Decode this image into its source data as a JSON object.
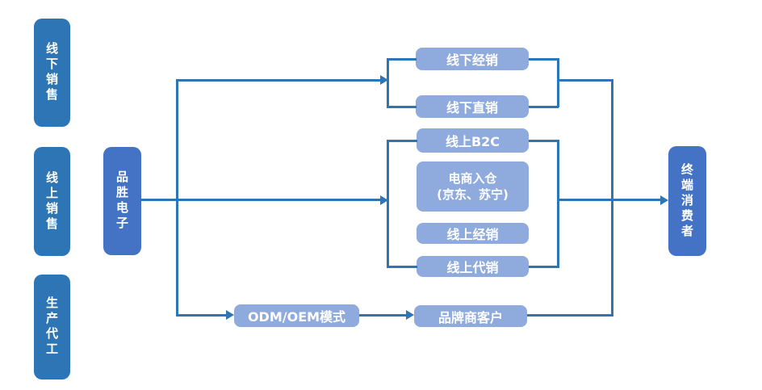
{
  "colors": {
    "dark_box": "#2E75B6",
    "accent_box": "#4472C4",
    "light_box": "#8FAADC",
    "connector": "#2E75B6",
    "text": "#FFFFFF",
    "background": "#FFFFFF"
  },
  "categories": [
    {
      "label": "线下销售"
    },
    {
      "label": "线上销售"
    },
    {
      "label": "生产代工"
    }
  ],
  "company": {
    "label": "品胜电子"
  },
  "consumer": {
    "label": "终端消费者"
  },
  "offline_group": [
    {
      "label": "线下经销"
    },
    {
      "label": "线下直销"
    }
  ],
  "online_group": [
    {
      "label": "线上B2C"
    },
    {
      "label": "电商入仓",
      "sublabel": "(京东、苏宁)"
    },
    {
      "label": "线上经销"
    },
    {
      "label": "线上代销"
    }
  ],
  "oem_group": [
    {
      "label": "ODM/OEM模式"
    },
    {
      "label": "品牌商客户"
    }
  ]
}
